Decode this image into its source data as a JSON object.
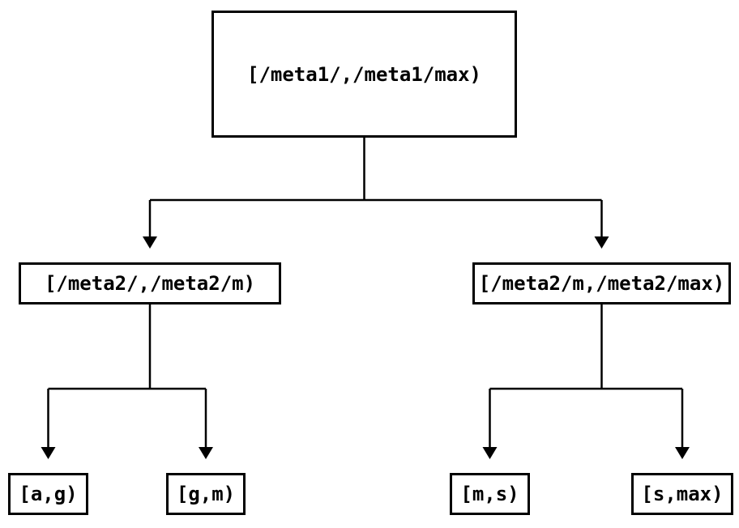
{
  "diagram": {
    "type": "tree",
    "nodes": {
      "root": {
        "label": "[/meta1/,/meta1/max)",
        "children": [
          "meta2_left",
          "meta2_right"
        ]
      },
      "meta2_left": {
        "label": "[/meta2/,/meta2/m)",
        "children": [
          "leaf_ag",
          "leaf_gm"
        ]
      },
      "meta2_right": {
        "label": "[/meta2/m,/meta2/max)",
        "children": [
          "leaf_ms",
          "leaf_smax"
        ]
      },
      "leaf_ag": {
        "label": "[a,g)",
        "children": []
      },
      "leaf_gm": {
        "label": "[g,m)",
        "children": []
      },
      "leaf_ms": {
        "label": "[m,s)",
        "children": []
      },
      "leaf_smax": {
        "label": "[s,max)",
        "children": []
      }
    },
    "icons": {
      "arrowhead_down": "▼"
    },
    "colors": {
      "line": "#000000",
      "box_border": "#000000",
      "box_background": "#ffffff",
      "text": "#000000",
      "page_background": "#ffffff"
    }
  }
}
